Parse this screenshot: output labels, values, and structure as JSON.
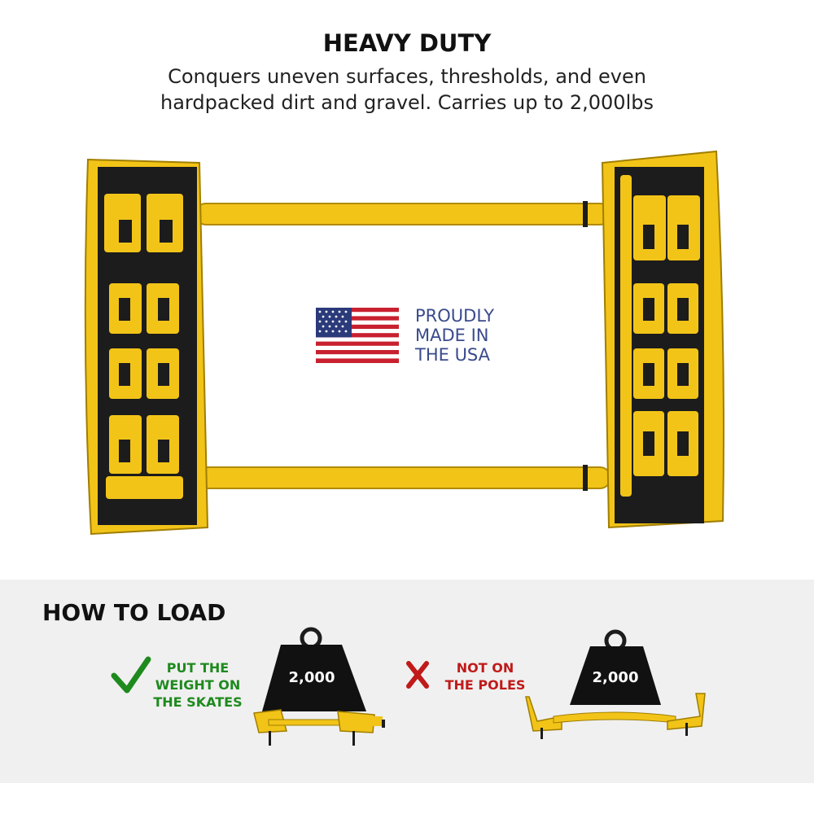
{
  "header": {
    "title": "HEAVY DUTY",
    "subtitle_line1": "Conquers uneven surfaces, thresholds, and even",
    "subtitle_line2": "hardpacked dirt and gravel. Carries up to 2,000lbs"
  },
  "badge": {
    "line1": "PROUDLY",
    "line2": "MADE IN",
    "line3": "THE USA",
    "flag_icon": "us-flag-icon"
  },
  "how_to_load": {
    "title": "HOW TO LOAD",
    "correct": {
      "mark_icon": "checkmark-icon",
      "line1": "PUT THE",
      "line2": "WEIGHT ON",
      "line3": "THE SKATES",
      "weight_label": "2,000"
    },
    "incorrect": {
      "mark_icon": "x-mark-icon",
      "line1": "NOT ON",
      "line2": "THE POLES",
      "weight_label": "2,000"
    }
  },
  "colors": {
    "yellow": "#f2c418",
    "dark": "#1c1c1c",
    "green": "#1e8a1e",
    "red": "#c01a1a",
    "panel_bg": "#f0f0f0",
    "badge_text": "#3a4a8c"
  }
}
